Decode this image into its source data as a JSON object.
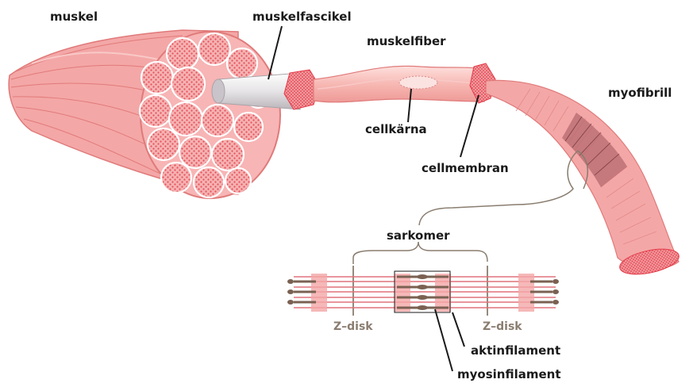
{
  "labels": {
    "muskel": "muskel",
    "muskelfascikel": "muskelfascikel",
    "muskelfiber": "muskelfiber",
    "myofibrill": "myofibrill",
    "cellkarna": "cellkärna",
    "cellmembran": "cellmembran",
    "sarkomer": "sarkomer",
    "zdisk_left": "Z–disk",
    "zdisk_right": "Z–disk",
    "aktinfilament": "aktinfilament",
    "myosinfilament": "myosinfilament"
  },
  "colors": {
    "muscle_fill": "#f4a7a7",
    "muscle_light": "#fbd3d0",
    "muscle_line": "#e07a7a",
    "fascicle_red": "#e8505a",
    "sheath": "#eceaec",
    "leader": "#1a1a1a",
    "bracket": "#8a7d70",
    "zdisk": "#8a7d70",
    "myosin": "#7a6152"
  }
}
